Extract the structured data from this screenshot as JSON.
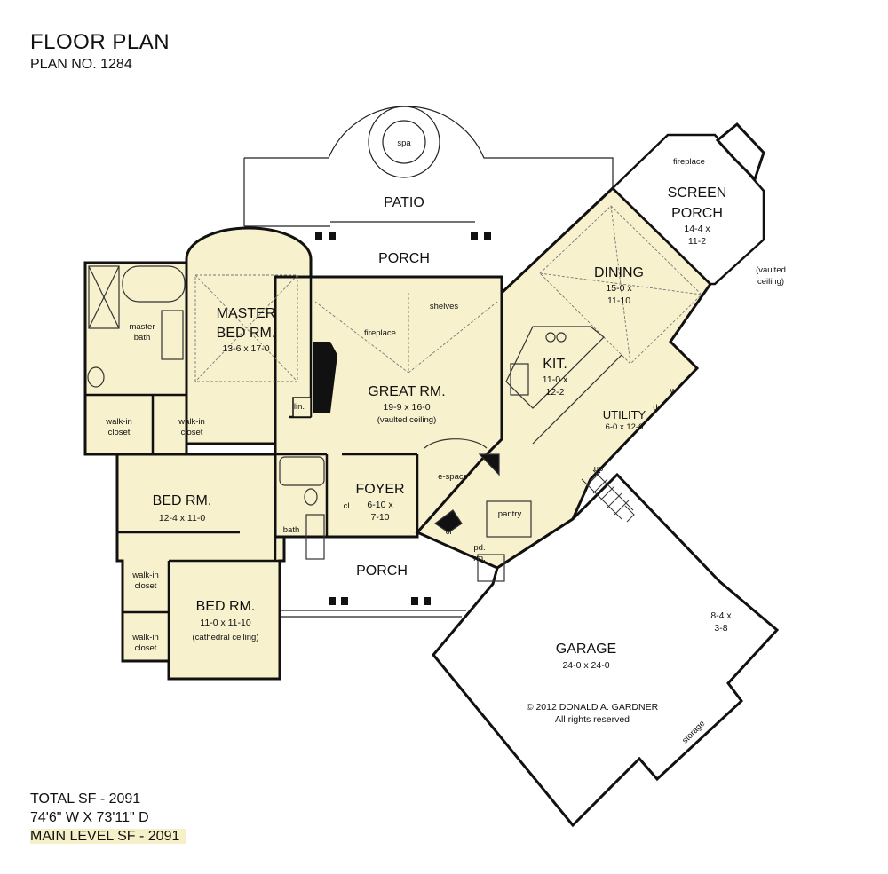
{
  "header": {
    "title": "FLOOR PLAN",
    "plan_no": "PLAN NO. 1284"
  },
  "stats": {
    "total_sf": "TOTAL SF - 2091",
    "dimensions": "74'6\" W X 73'11\" D",
    "main_level": "MAIN LEVEL SF - 2091"
  },
  "colors": {
    "fill": "#f7f1cd",
    "wall": "#111111",
    "outdoor": "#ffffff"
  },
  "rooms": {
    "patio": "PATIO",
    "spa": "spa",
    "porch_rear": "PORCH",
    "porch_front": "PORCH",
    "screen_porch": {
      "name_line1": "SCREEN",
      "name_line2": "PORCH",
      "size1": "14-4  x",
      "size2": "11-2",
      "fireplace": "fireplace",
      "note1": "(vaulted",
      "note2": "ceiling)"
    },
    "master": {
      "name_line1": "MASTER",
      "name_line2": "BED RM.",
      "size": "13-6  x  17-0"
    },
    "master_bath": {
      "line1": "master",
      "line2": "bath"
    },
    "walkin1": {
      "line1": "walk-in",
      "line2": "closet"
    },
    "walkin2": {
      "line1": "walk-in",
      "line2": "closet"
    },
    "walkin3": {
      "line1": "walk-in",
      "line2": "closet"
    },
    "walkin4": {
      "line1": "walk-in",
      "line2": "closet"
    },
    "great": {
      "name": "GREAT RM.",
      "size": "19-9  x  16-0",
      "note": "(vaulted  ceiling)",
      "fireplace": "fireplace",
      "shelves": "shelves",
      "lin": "lin."
    },
    "dining": {
      "name": "DINING",
      "size1": "15-0  x",
      "size2": "11-10"
    },
    "kitchen": {
      "name": "KIT.",
      "size1": "11-0  x",
      "size2": "12-2"
    },
    "utility": {
      "name": "UTILITY",
      "size": "6-0  x  12-0",
      "d": "d",
      "w": "w"
    },
    "bed2": {
      "name": "BED  RM.",
      "size": "12-4  x  11-0"
    },
    "bed3": {
      "name": "BED  RM.",
      "size": "11-0  x  11-10",
      "note": "(cathedral ceiling)"
    },
    "bath": "bath",
    "foyer": {
      "name": "FOYER",
      "size1": "6-10  x",
      "size2": "7-10",
      "cl": "cl"
    },
    "espace": "e-space",
    "pantry": "pantry",
    "cl2": "cl",
    "powder": {
      "line1": "pd.",
      "line2": "rm."
    },
    "up": "up",
    "garage": {
      "name": "GARAGE",
      "size": "24-0  x  24-0",
      "storage_size1": "8-4  x",
      "storage_size2": "3-8",
      "storage": "storage"
    },
    "copyright": {
      "line1": "©  2012  DONALD  A.  GARDNER",
      "line2": "All  rights  reserved"
    }
  }
}
